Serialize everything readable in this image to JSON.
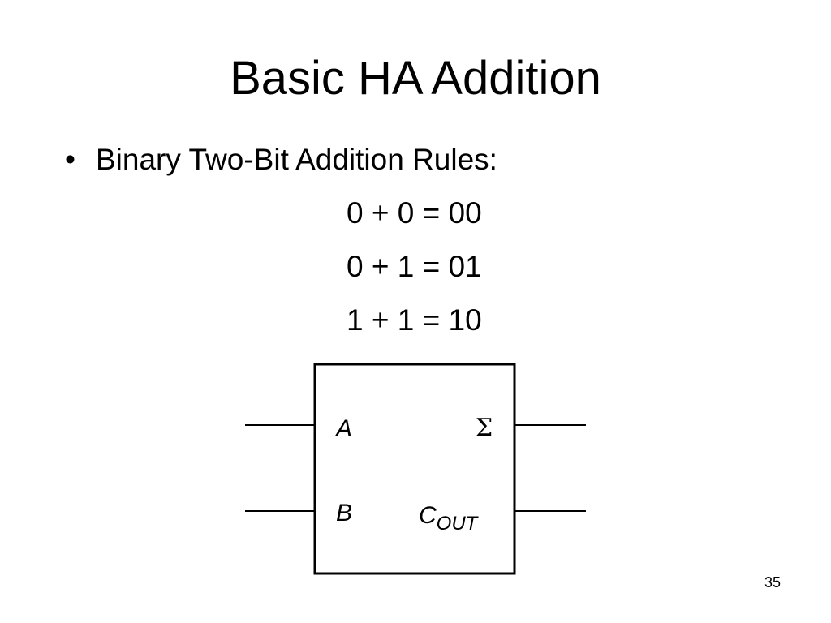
{
  "slide": {
    "title": "Basic HA Addition",
    "bullet": {
      "marker": "•",
      "text": "Binary Two-Bit Addition Rules:"
    },
    "rules": [
      "0 + 0 = 00",
      "0 + 1 = 01",
      "1 + 1 = 10"
    ],
    "half_adder": {
      "input_a": "A",
      "input_b": "B",
      "sum_output": "Σ",
      "carry_output_main": "C",
      "carry_output_sub": "OUT"
    },
    "page_number": "35"
  }
}
